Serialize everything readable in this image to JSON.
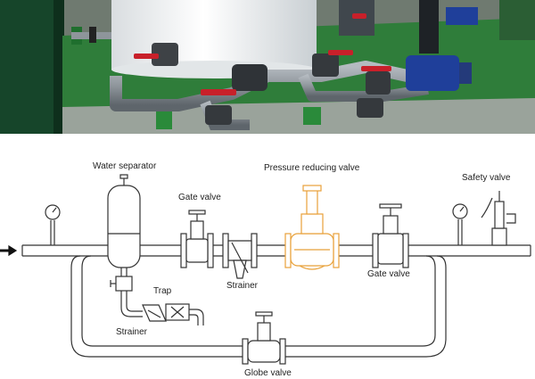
{
  "labels": {
    "water_separator": "Water separator",
    "pressure_reducing_valve": "Pressure reducing valve",
    "safety_valve": "Safety valve",
    "gate_valve_left": "Gate valve",
    "gate_valve_right": "Gate valve",
    "strainer_main": "Strainer",
    "trap": "Trap",
    "strainer_drain": "Strainer",
    "globe_valve": "Globe valve"
  },
  "colors": {
    "pipe_stroke": "#333333",
    "highlight_valve": "#e8a13a",
    "tank": "#f2f4f4",
    "floor_green": "#2f7d3a",
    "pipe_gray": "#8e959b",
    "handle_red": "#c8202a",
    "pump_blue": "#1f3f9a"
  },
  "photo": {
    "description_icon": "industrial-pipe-photo"
  }
}
